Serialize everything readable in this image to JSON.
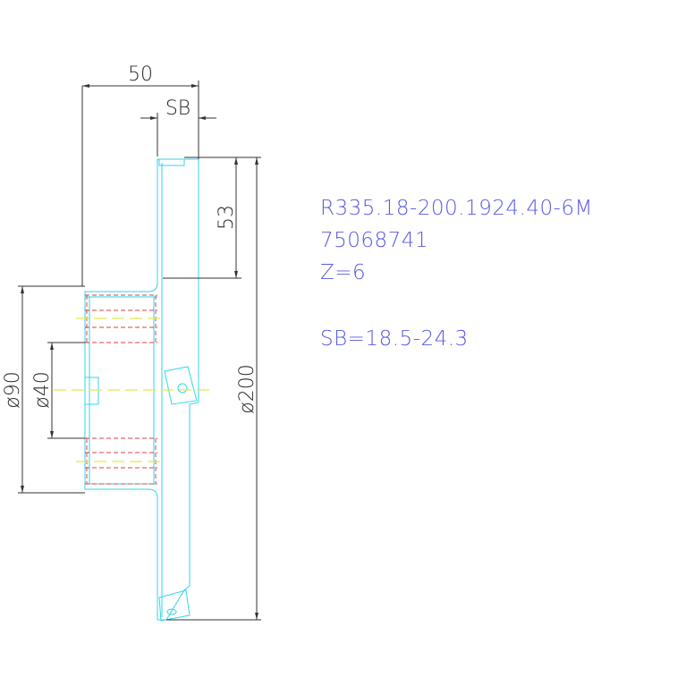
{
  "drawing": {
    "background": "#ffffff",
    "colors": {
      "outline": "#33d6e6",
      "hidden_lines": "#e04040",
      "center_lines": "#e8e84a",
      "dimensions": "#333333",
      "text": "#5a5ae0"
    },
    "dimensions": {
      "width_total": "50",
      "sb": "SB",
      "insert_depth": "53",
      "dia_outer": "ø200",
      "dia_hub": "ø90",
      "dia_bore": "ø40"
    },
    "info": {
      "part_number": "R335.18-200.1924.40-6M",
      "code": "75068741",
      "teeth": "Z=6",
      "sb_range": "SB=18.5-24.3"
    }
  }
}
